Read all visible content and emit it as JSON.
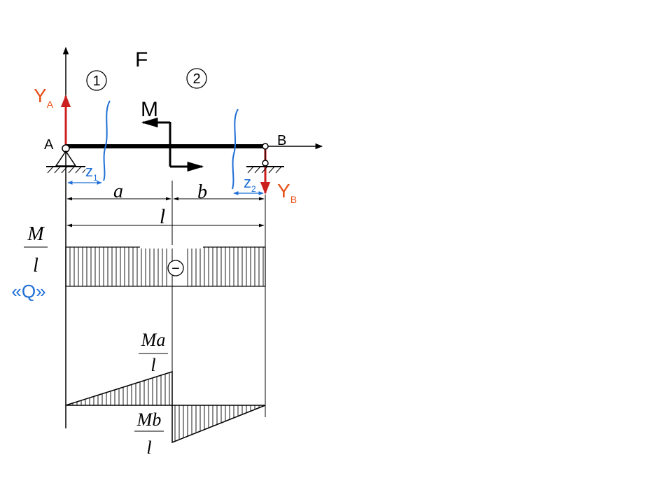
{
  "colors": {
    "background": "#ffffff",
    "ink": "#000000",
    "reaction": "#cc1f1f",
    "label_orange": "#e8521a",
    "section_blue": "#1f6fd6"
  },
  "beam": {
    "force_label": "F",
    "moment_label": "M",
    "support_a": "A",
    "support_b": "B",
    "reaction_a": {
      "main": "Y",
      "sub": "A"
    },
    "reaction_b": {
      "main": "Y",
      "sub": "B"
    },
    "section_1": "1",
    "section_2": "2",
    "z1": {
      "main": "z",
      "sub": "1"
    },
    "z2": {
      "main": "z",
      "sub": "2"
    },
    "dim_a": "a",
    "dim_b": "b",
    "dim_l": "l"
  },
  "shear_diagram": {
    "value_num": "M",
    "value_den": "l",
    "label": "«Q»",
    "sign": "−"
  },
  "moment_diagram": {
    "max_num": "Ma",
    "max_den": "l",
    "min_num": "Mb",
    "min_den": "l"
  }
}
